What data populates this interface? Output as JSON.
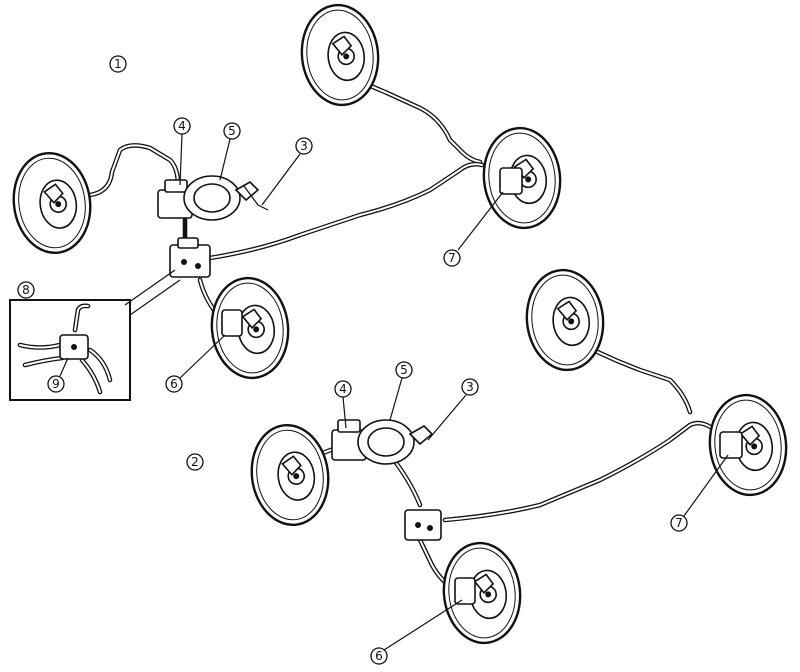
{
  "callouts": {
    "layout_1": "1",
    "layout_2": "2",
    "master_cylinder": "4",
    "brake_booster": "5",
    "brake_pedal": "3",
    "front_caliper_left": "6",
    "rear_caliper_right": "7",
    "inset_detail": "8",
    "inset_fitting": "9"
  }
}
